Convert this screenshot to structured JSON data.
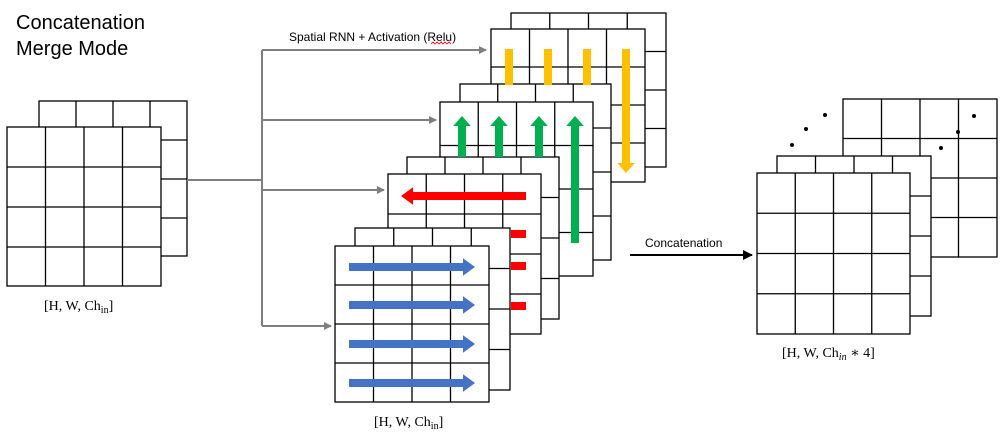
{
  "title": {
    "line1": "Concatenation",
    "line2": "Merge Mode"
  },
  "labels": {
    "rnn": "Spatial RNN + Activation (Relu)",
    "concat": "Concatenation",
    "dots": "•"
  },
  "dims": {
    "input": {
      "prefix": "[H, W, Ch",
      "sub": "in",
      "suffix": "]"
    },
    "mid": {
      "prefix": "[H, W, Ch",
      "sub": "in",
      "suffix": "]"
    },
    "output": {
      "prefix": "[H, W, Ch",
      "sub": "in",
      "suffix": " ∗ 4]"
    }
  },
  "colors": {
    "grid": "#000000",
    "connector": "#7f7f7f",
    "down": "#ffc000",
    "up": "#00b050",
    "left": "#ff0000",
    "right": "#4472c4",
    "output_arrow": "#000000"
  }
}
